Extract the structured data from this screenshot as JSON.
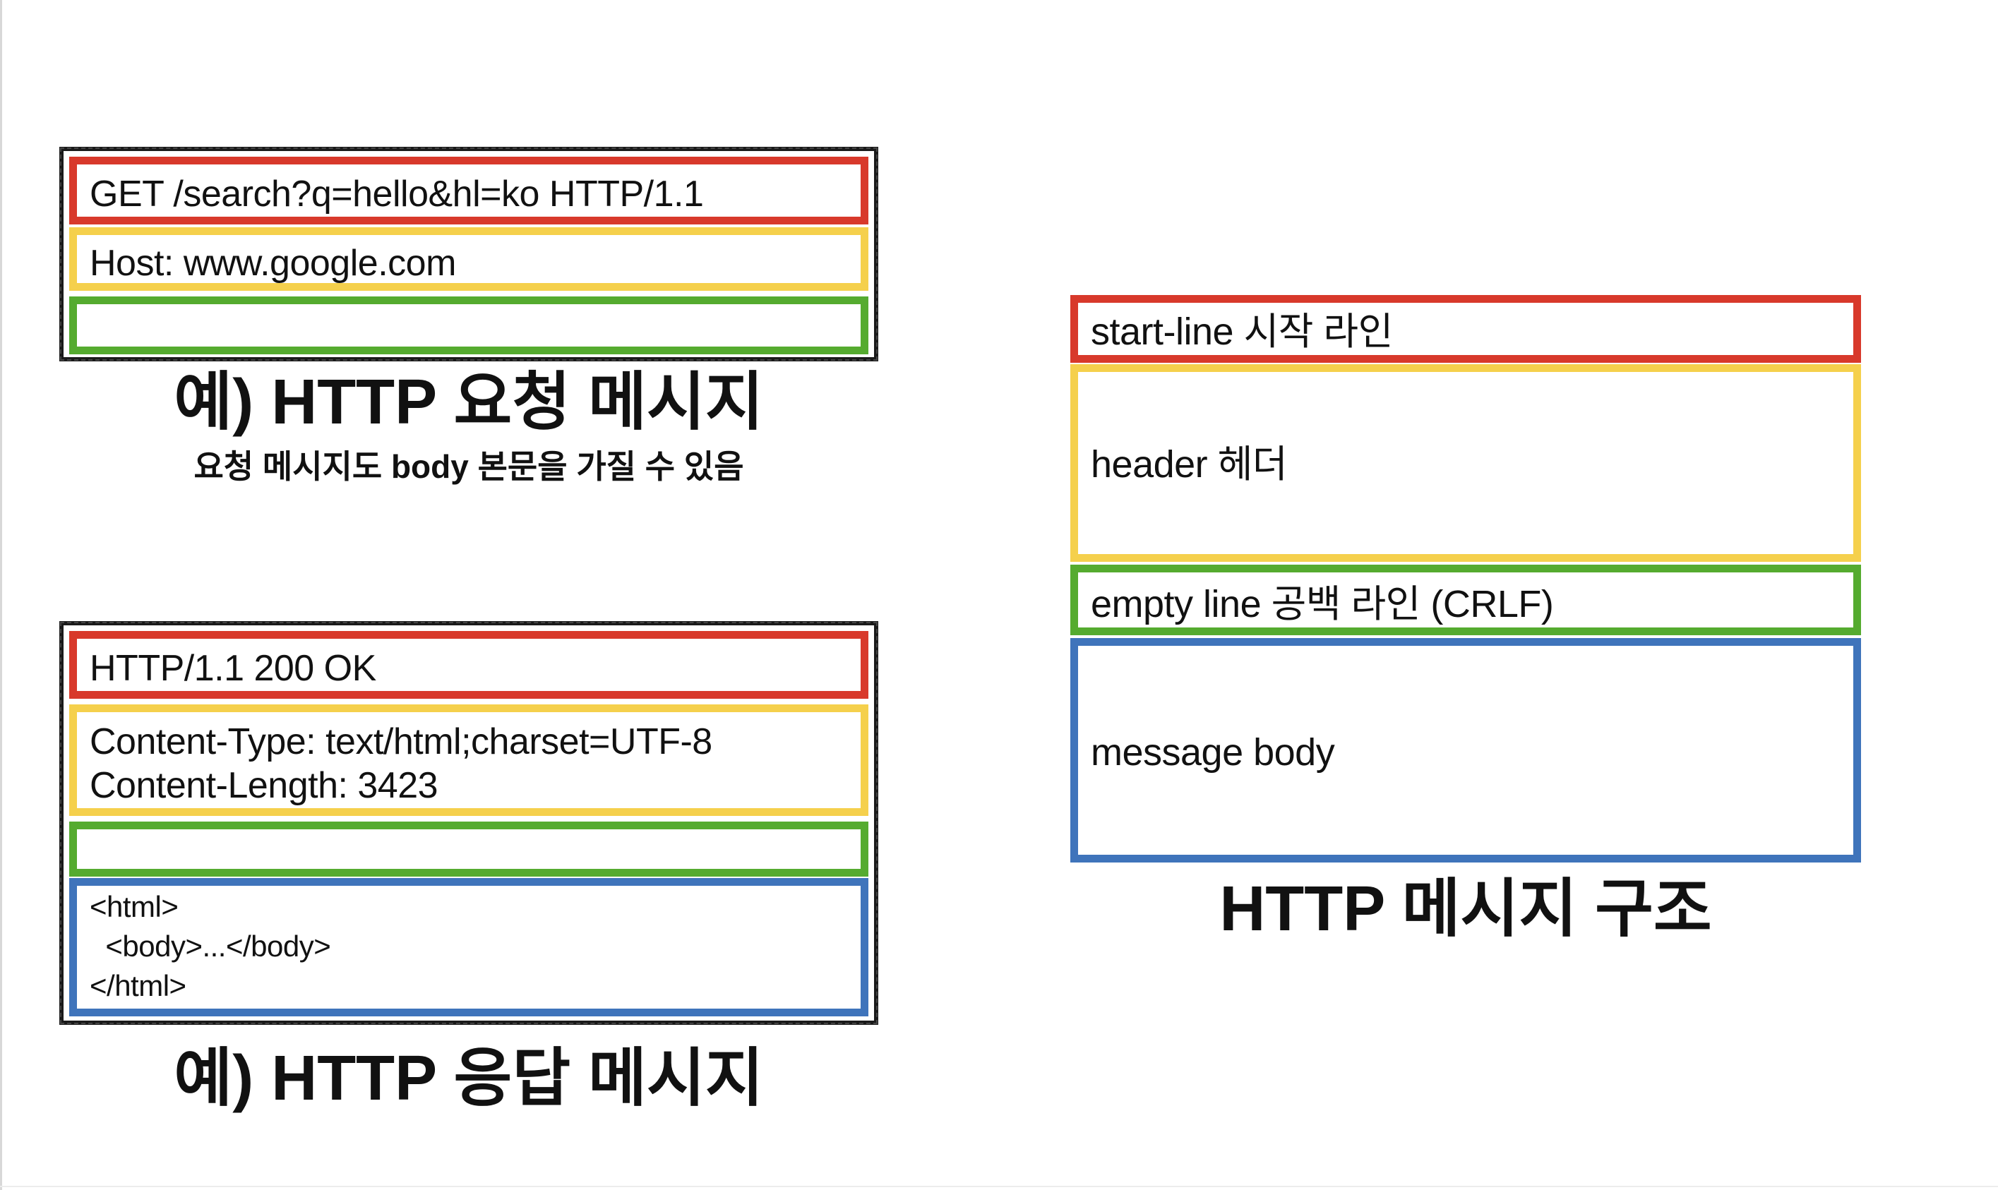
{
  "request": {
    "start_line": "GET /search?q=hello&hl=ko HTTP/1.1",
    "header": "Host: www.google.com",
    "caption": "예) HTTP 요청 메시지",
    "subcaption": "요청 메시지도 body 본문을 가질 수 있음"
  },
  "response": {
    "start_line": "HTTP/1.1 200 OK",
    "header_line_1": "Content-Type: text/html;charset=UTF-8",
    "header_line_2": "Content-Length: 3423",
    "body_line_1": "<html>",
    "body_line_2": "  <body>...</body>",
    "body_line_3": "</html>",
    "caption": "예) HTTP 응답 메시지"
  },
  "structure": {
    "start_line": "start-line 시작 라인",
    "header": "header 헤더",
    "empty_line": "empty line 공백 라인 (CRLF)",
    "message_body": "message body",
    "caption": "HTTP 메시지 구조"
  },
  "colors": {
    "start_line": "#d8392b",
    "header": "#f5d04c",
    "empty_line": "#55ab2f",
    "body": "#3f74bb"
  }
}
